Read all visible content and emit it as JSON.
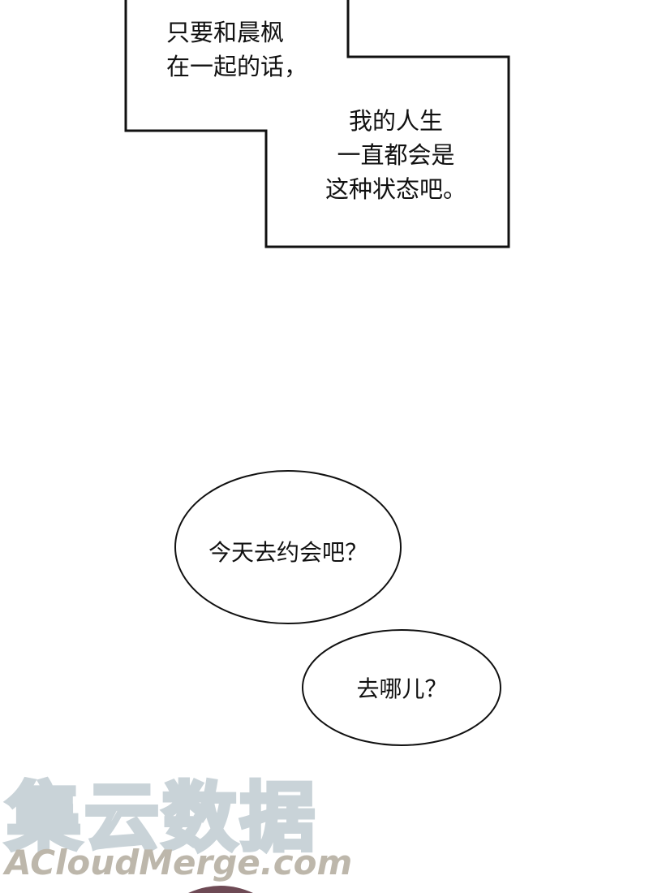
{
  "narration_box": {
    "shape": "stepped-polygon",
    "stroke": "#111111",
    "text_top": "只要和晨枫\n在一起的话，",
    "text_bottom": "我的人生\n一直都会是\n这种状态吧。"
  },
  "speech_bubbles": [
    {
      "text": "今天去约会吧？",
      "shape": "ellipse",
      "stroke": "#111111"
    },
    {
      "text": "去哪儿？",
      "shape": "ellipse",
      "stroke": "#111111"
    }
  ],
  "watermark": {
    "chinese": "集云数据",
    "latin": "ACloudMerge.com",
    "chinese_color": "#c9d3d8",
    "latin_color": "#bdb7ab"
  },
  "artwork": {
    "hair_color": "#6e4a55"
  }
}
